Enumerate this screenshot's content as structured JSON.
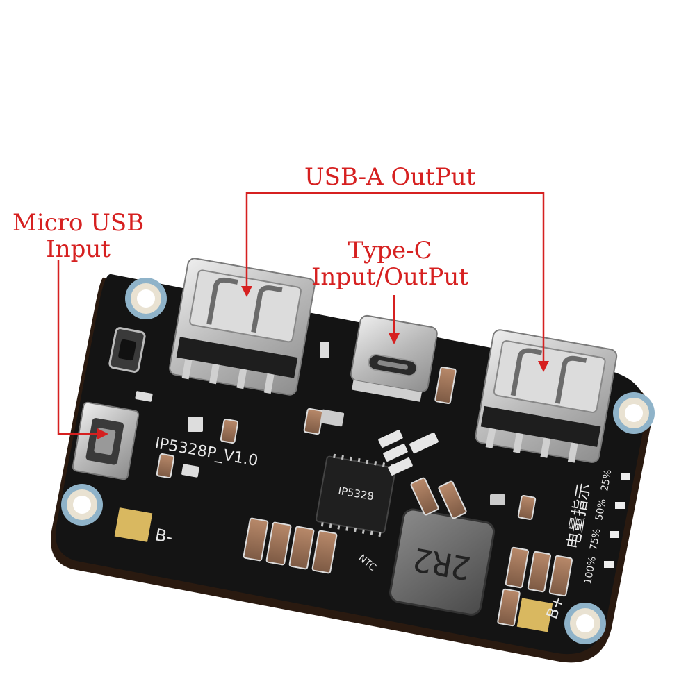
{
  "callouts": {
    "usb_a_output": "USB-A OutPut",
    "micro_usb_line1": "Micro USB",
    "micro_usb_line2": "Input",
    "type_c_line1": "Type-C",
    "type_c_line2": "Input/OutPut"
  },
  "board": {
    "model_label": "IP5328P_V1.0",
    "chip_label": "IP5328",
    "inductor_label": "2R2",
    "pad_label_minus": "B-",
    "pad_label_plus": "B+",
    "ntc_label": "NTC",
    "indicator_title": "电量指示",
    "indicator_levels": [
      "25%",
      "50%",
      "75%",
      "100%"
    ]
  },
  "colors": {
    "callout_red": "#d62020",
    "pcb_black": "#111111",
    "metal": "#c9c9c9",
    "gold_pad": "#d9b860"
  }
}
